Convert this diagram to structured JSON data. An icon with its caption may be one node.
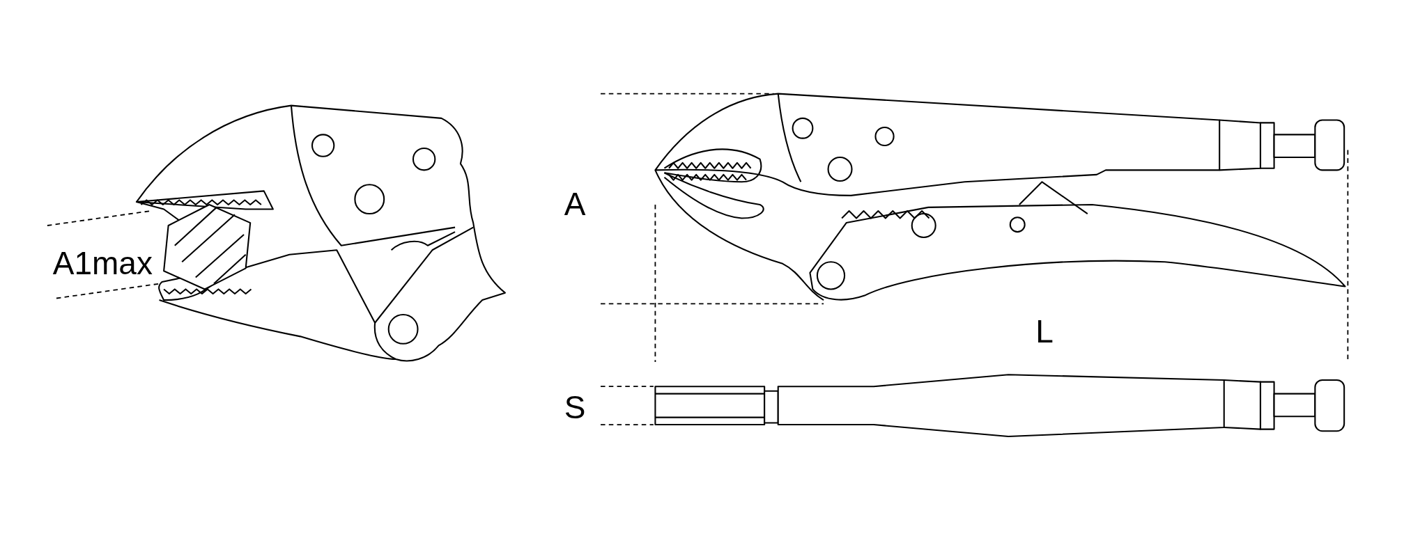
{
  "diagram": {
    "labels": [
      "A1max",
      "A",
      "L",
      "S"
    ]
  }
}
